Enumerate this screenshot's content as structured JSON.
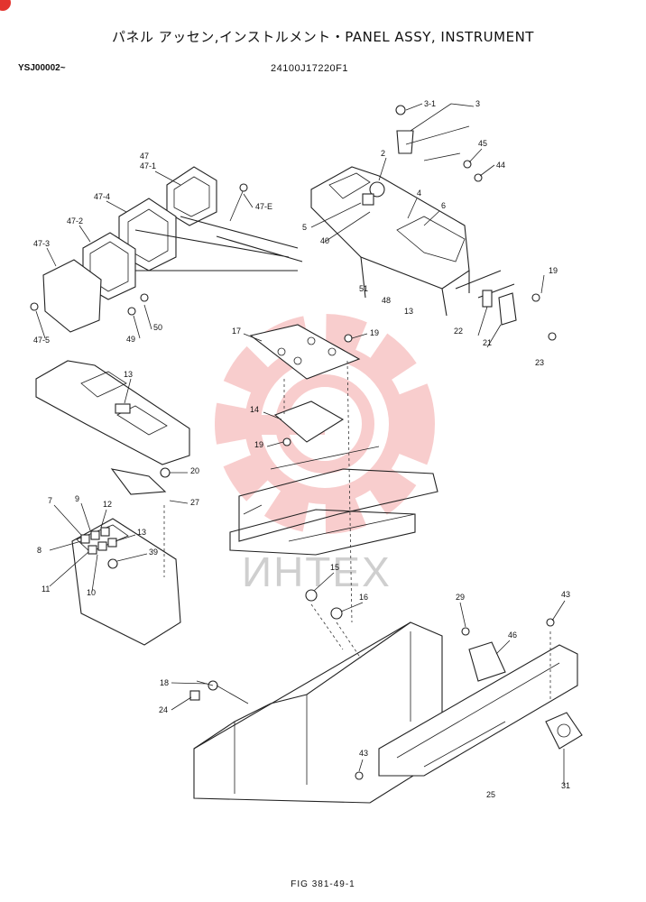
{
  "header": {
    "title": "パネル アッセン,インストルメント・PANEL ASSY, INSTRUMENT",
    "serial": "YSJ00002~",
    "part_number": "24100J17220F1"
  },
  "footer": {
    "figure": "FIG 381-49-1"
  },
  "watermark": {
    "text": "ИНТЕХ"
  },
  "colors": {
    "watermark": "#f4a6a6",
    "ink": "#222222",
    "corner_badge": "#e3342f"
  },
  "callouts": [
    "3-1",
    "3",
    "2",
    "45",
    "44",
    "4",
    "6",
    "5",
    "40",
    "19",
    "51",
    "48",
    "13",
    "22",
    "21",
    "23",
    "47",
    "47-1",
    "47-E",
    "47-4",
    "47-2",
    "47-3",
    "49",
    "50",
    "47-5",
    "17",
    "19",
    "14",
    "19",
    "13",
    "20",
    "27",
    "7",
    "9",
    "12",
    "8",
    "13",
    "39",
    "11",
    "10",
    "15",
    "16",
    "29",
    "43",
    "46",
    "18",
    "24",
    "43",
    "25",
    "31"
  ]
}
